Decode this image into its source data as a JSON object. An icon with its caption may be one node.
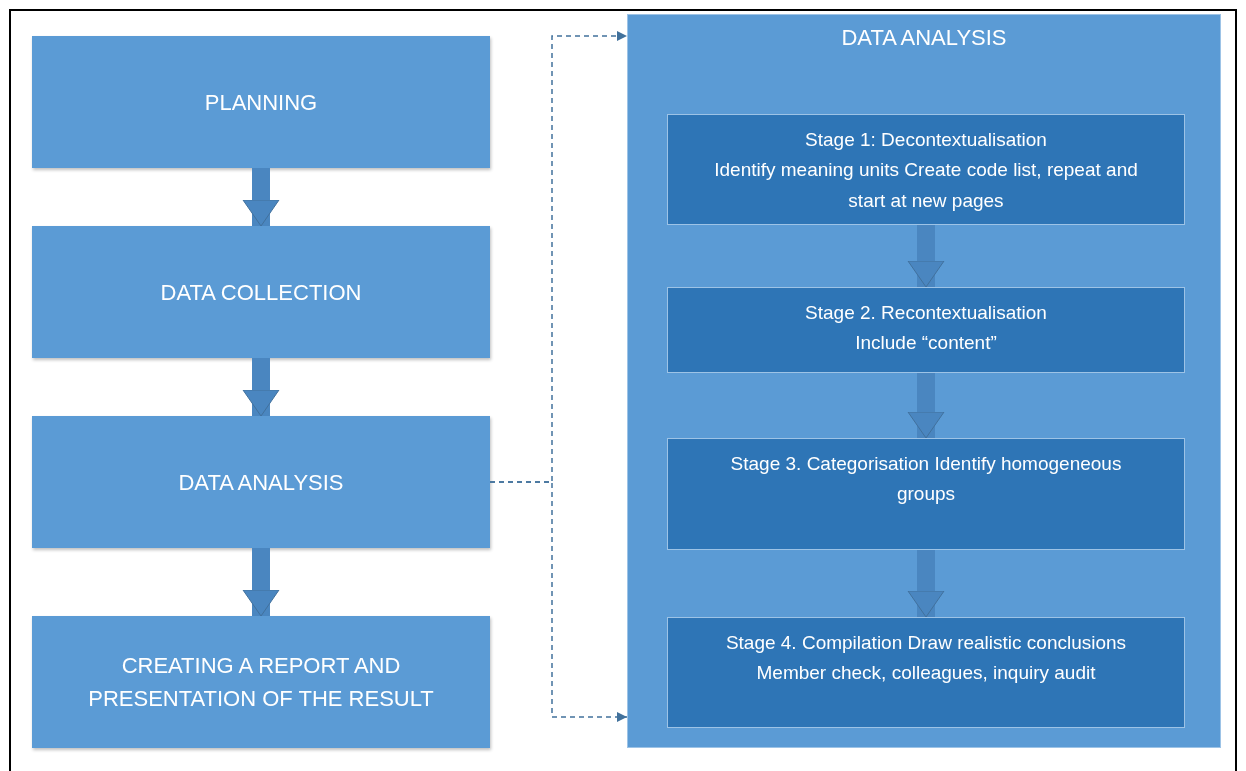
{
  "diagram": {
    "nodes": [
      {
        "text": [
          "PLANNING"
        ]
      },
      {
        "text": [
          "DATA COLLECTION"
        ]
      },
      {
        "text": [
          "DATA ANALYSIS"
        ]
      },
      {
        "text": [
          "CREATING A REPORT AND PRESENTATION OF THE RESULT"
        ]
      },
      {
        "text": [
          "DATA ANALYSIS"
        ]
      },
      {
        "text": [
          "Stage 1: Decontextualisation",
          "Identify meaning units Create code list, repeat and start at new pages"
        ],
        "in": 4
      },
      {
        "text": [
          "Stage 2. Recontextualisation",
          "Include “content”"
        ],
        "in": 4
      },
      {
        "text": [
          "Stage 3. Categorisation Identify homogeneous groups"
        ],
        "in": 4
      },
      {
        "text": [
          "Stage 4. Compilation Draw realistic conclusions Member check, colleagues, inquiry audit"
        ],
        "in": 4
      }
    ],
    "edges": [
      {
        "from": 0,
        "to": 1,
        "arrow": "to"
      },
      {
        "from": 1,
        "to": 2,
        "arrow": "to"
      },
      {
        "from": 2,
        "to": 3,
        "arrow": "to"
      },
      {
        "from": 2,
        "to": 4,
        "arrow": "to",
        "style": "dashed"
      },
      {
        "from": 2,
        "to": 4,
        "arrow": "to",
        "style": "dashed"
      },
      {
        "from": 5,
        "to": 6,
        "arrow": "to"
      },
      {
        "from": 6,
        "to": 7,
        "arrow": "to"
      },
      {
        "from": 7,
        "to": 8,
        "arrow": "to"
      }
    ]
  }
}
